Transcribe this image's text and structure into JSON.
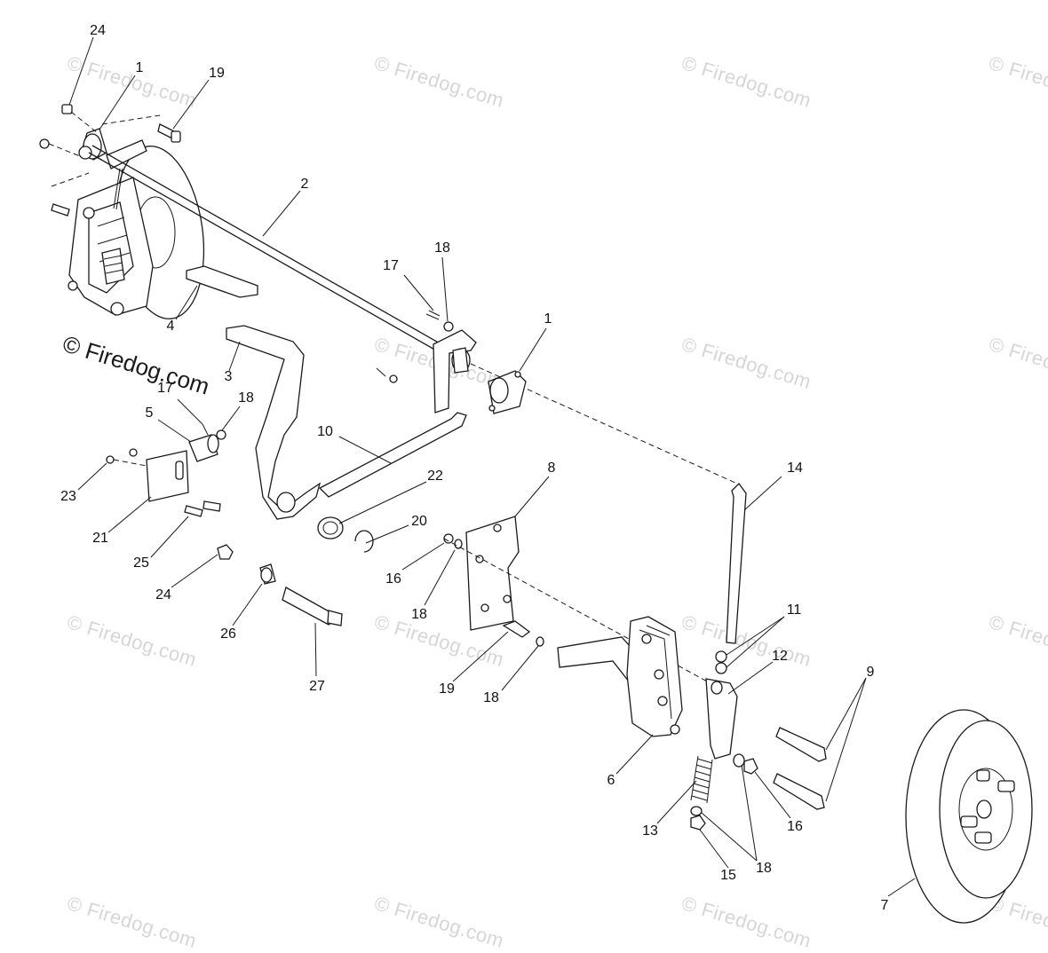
{
  "watermark_text": "© Firedog.com",
  "brand_text": "© Firedog.com",
  "callouts": [
    {
      "id": "c24a",
      "label": "24"
    },
    {
      "id": "c1a",
      "label": "1"
    },
    {
      "id": "c19a",
      "label": "19"
    },
    {
      "id": "c2",
      "label": "2"
    },
    {
      "id": "c17a",
      "label": "17"
    },
    {
      "id": "c18a",
      "label": "18"
    },
    {
      "id": "c1b",
      "label": "1"
    },
    {
      "id": "c4",
      "label": "4"
    },
    {
      "id": "c3",
      "label": "3"
    },
    {
      "id": "c17b",
      "label": "17"
    },
    {
      "id": "c18b",
      "label": "18"
    },
    {
      "id": "c5",
      "label": "5"
    },
    {
      "id": "c10",
      "label": "10"
    },
    {
      "id": "c8",
      "label": "8"
    },
    {
      "id": "c14",
      "label": "14"
    },
    {
      "id": "c22",
      "label": "22"
    },
    {
      "id": "c23",
      "label": "23"
    },
    {
      "id": "c21",
      "label": "21"
    },
    {
      "id": "c25",
      "label": "25"
    },
    {
      "id": "c20",
      "label": "20"
    },
    {
      "id": "c16a",
      "label": "16"
    },
    {
      "id": "c24b",
      "label": "24"
    },
    {
      "id": "c18c",
      "label": "18"
    },
    {
      "id": "c26",
      "label": "26"
    },
    {
      "id": "c11",
      "label": "11"
    },
    {
      "id": "c12",
      "label": "12"
    },
    {
      "id": "c27",
      "label": "27"
    },
    {
      "id": "c19b",
      "label": "19"
    },
    {
      "id": "c18d",
      "label": "18"
    },
    {
      "id": "c9",
      "label": "9"
    },
    {
      "id": "c6",
      "label": "6"
    },
    {
      "id": "c16b",
      "label": "16"
    },
    {
      "id": "c13",
      "label": "13"
    },
    {
      "id": "c18e",
      "label": "18"
    },
    {
      "id": "c15",
      "label": "15"
    },
    {
      "id": "c7",
      "label": "7"
    }
  ]
}
